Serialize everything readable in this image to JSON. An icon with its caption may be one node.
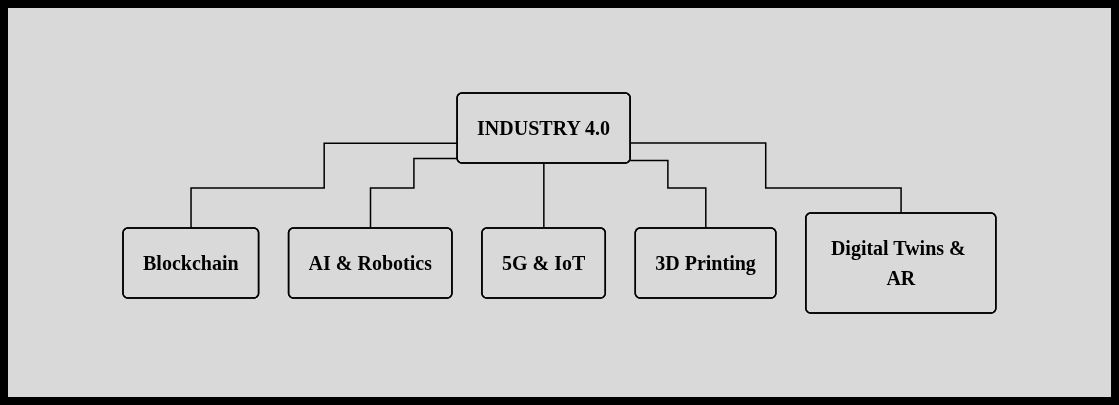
{
  "diagram": {
    "nodes": [
      {
        "text": [
          "INDUSTRY 4.0"
        ]
      },
      {
        "text": [
          "Blockchain"
        ]
      },
      {
        "text": [
          "AI & Robotics"
        ]
      },
      {
        "text": [
          "5G & IoT"
        ]
      },
      {
        "text": [
          "3D Printing"
        ]
      },
      {
        "text": [
          "Digital Twins & AR"
        ]
      }
    ],
    "edges": [
      {
        "from": 0,
        "to": 1,
        "arrow": "none"
      },
      {
        "from": 0,
        "to": 2,
        "arrow": "none"
      },
      {
        "from": 0,
        "to": 3,
        "arrow": "none"
      },
      {
        "from": 0,
        "to": 4,
        "arrow": "none"
      },
      {
        "from": 0,
        "to": 5,
        "arrow": "none"
      }
    ]
  }
}
